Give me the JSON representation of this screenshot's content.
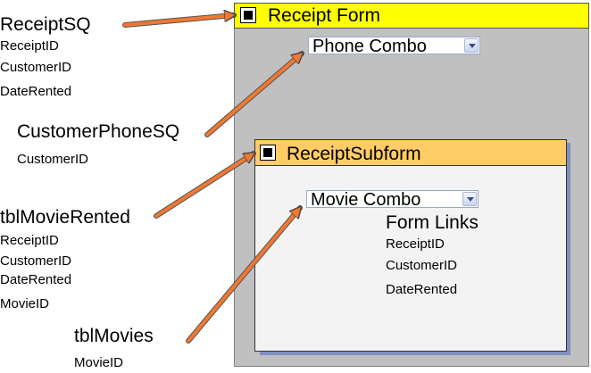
{
  "receipt_form": {
    "title": "Receipt Form",
    "phone_combo": "Phone Combo"
  },
  "subform": {
    "title": "ReceiptSubform",
    "movie_combo": "Movie Combo",
    "form_links": {
      "heading": "Form Links",
      "fields": [
        "ReceiptID",
        "CustomerID",
        "DateRented"
      ]
    }
  },
  "queries": [
    {
      "name": "ReceiptSQ",
      "fields": [
        "ReceiptID",
        "CustomerID",
        "DateRented"
      ]
    },
    {
      "name": "CustomerPhoneSQ",
      "fields": [
        "CustomerID"
      ]
    },
    {
      "name": "tblMovieRented",
      "fields": [
        "ReceiptID",
        "CustomerID",
        "DateRented",
        "MovieID"
      ]
    },
    {
      "name": "tblMovies",
      "fields": [
        "MovieID"
      ]
    }
  ],
  "colors": {
    "form_title_bar": "#ffff00",
    "subform_title_bar": "#ffcc66",
    "form_body": "#c0c0c0",
    "arrow": "#f07830"
  }
}
